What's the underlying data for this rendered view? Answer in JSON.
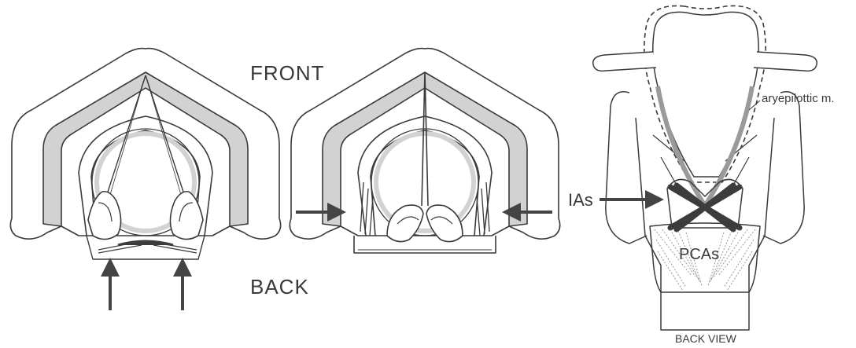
{
  "labels": {
    "front": "FRONT",
    "back": "BACK",
    "ias": "IAs",
    "pcas": "PCAs",
    "aryepiglottic": "aryepilottic m.",
    "back_view": "BACK VIEW"
  },
  "colors": {
    "outline": "#3a3a3a",
    "cartilage_fill": "#d2d2d2",
    "muscle_dark": "#3c3c3c",
    "muscle_grey": "#9a9a9a",
    "arrow": "#444444",
    "background": "#ffffff"
  }
}
